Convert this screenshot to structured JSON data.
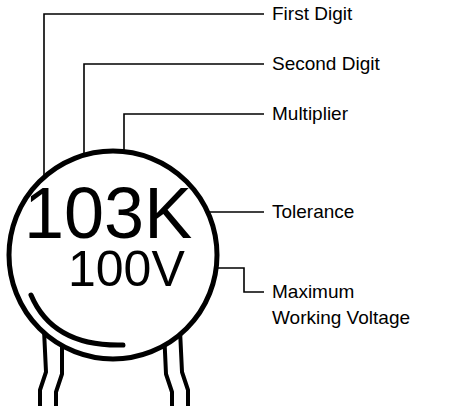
{
  "diagram": {
    "nodes": [
      {
        "text": [
          "103K",
          "100V"
        ]
      }
    ],
    "labels": [
      "First Digit",
      "Second Digit",
      "Multiplier",
      "Tolerance",
      "Maximum Working Voltage"
    ]
  }
}
